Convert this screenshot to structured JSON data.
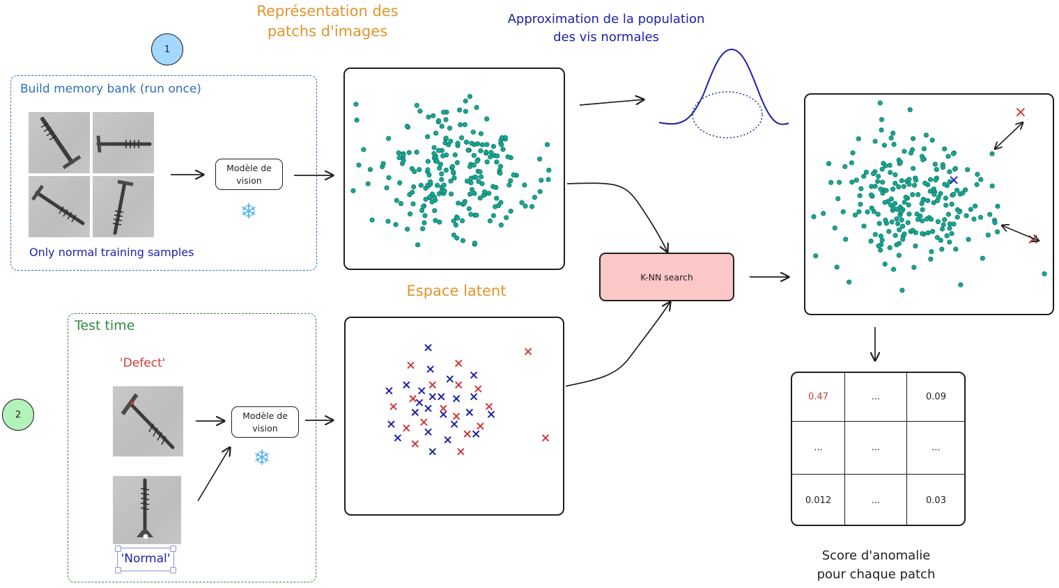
{
  "titles": {
    "patch_representation": [
      "Représentation des",
      "patchs d'images"
    ],
    "population_approximation": [
      "Approximation de la population",
      "des vis normales"
    ],
    "latent_space": "Espace latent"
  },
  "steps": [
    {
      "number": "1",
      "color": "#a5d8ff"
    },
    {
      "number": "2",
      "color": "#b2f2bb"
    }
  ],
  "memory_bank_box": {
    "title": "Build memory bank (run once)",
    "caption": "Only normal training samples",
    "border_color": "#2f6db3",
    "title_color": "#2f6db3",
    "caption_color": "#1b1fa8",
    "images": [
      "normal-screw-1",
      "normal-screw-2",
      "normal-screw-3",
      "normal-screw-4"
    ]
  },
  "test_box": {
    "title": "Test time",
    "border_color": "#2f8a3c",
    "title_color": "#2f8a3c",
    "defect_label": "'Defect'",
    "defect_color": "#d0373b",
    "normal_label": "'Normal'",
    "normal_color": "#1b1fa8"
  },
  "model": {
    "label_line1": "Modèle de",
    "label_line2": "vision",
    "frozen_icon": "❄"
  },
  "knn": {
    "label": "K-NN search",
    "fill": "#fcc7c7"
  },
  "score_table": {
    "rows": [
      [
        {
          "v": "0.47",
          "highlight": true
        },
        {
          "v": "..."
        },
        {
          "v": "0.09"
        }
      ],
      [
        {
          "v": "..."
        },
        {
          "v": "..."
        },
        {
          "v": "..."
        }
      ],
      [
        {
          "v": "0.012"
        },
        {
          "v": "..."
        },
        {
          "v": "0.03"
        }
      ]
    ],
    "highlight_color": "#d0373b",
    "caption": [
      "Score d'anomalie",
      "pour chaque patch"
    ]
  },
  "colors": {
    "teal_point": "#1aa591",
    "teal_stroke": "#0b7a6b",
    "blue_cross": "#1b1fa8",
    "red_cross": "#d0373b",
    "curve": "#1b1fa8",
    "ink": "#1e1e1e"
  },
  "chart_data": [
    {
      "type": "scatter",
      "title": "Représentation des patchs d'images",
      "description": "Memory bank of normal patch embeddings",
      "series": [
        {
          "name": "normal patches",
          "marker": "circle",
          "count": 230
        }
      ],
      "axes_visible": false
    },
    {
      "type": "scatter",
      "title": "Espace latent",
      "description": "Test patch embeddings",
      "series": [
        {
          "name": "normal test patches",
          "marker": "x",
          "color": "blue",
          "points": [
            [
              0.38,
              0.08
            ],
            [
              0.39,
              0.19
            ],
            [
              0.48,
              0.24
            ],
            [
              0.59,
              0.22
            ],
            [
              0.28,
              0.27
            ],
            [
              0.35,
              0.3
            ],
            [
              0.2,
              0.3
            ],
            [
              0.4,
              0.33
            ],
            [
              0.44,
              0.33
            ],
            [
              0.51,
              0.34
            ],
            [
              0.59,
              0.33
            ],
            [
              0.34,
              0.36
            ],
            [
              0.38,
              0.39
            ],
            [
              0.32,
              0.41
            ],
            [
              0.45,
              0.42
            ],
            [
              0.57,
              0.41
            ],
            [
              0.67,
              0.42
            ],
            [
              0.21,
              0.47
            ],
            [
              0.5,
              0.47
            ],
            [
              0.38,
              0.51
            ],
            [
              0.6,
              0.52
            ],
            [
              0.24,
              0.54
            ],
            [
              0.47,
              0.55
            ],
            [
              0.4,
              0.61
            ]
          ]
        },
        {
          "name": "defect test patches",
          "marker": "x",
          "color": "red",
          "points": [
            [
              0.3,
              0.17
            ],
            [
              0.52,
              0.16
            ],
            [
              0.84,
              0.1
            ],
            [
              0.4,
              0.27
            ],
            [
              0.52,
              0.27
            ],
            [
              0.61,
              0.29
            ],
            [
              0.31,
              0.34
            ],
            [
              0.22,
              0.38
            ],
            [
              0.45,
              0.39
            ],
            [
              0.66,
              0.38
            ],
            [
              0.51,
              0.43
            ],
            [
              0.36,
              0.46
            ],
            [
              0.28,
              0.49
            ],
            [
              0.62,
              0.48
            ],
            [
              0.56,
              0.52
            ],
            [
              0.32,
              0.57
            ],
            [
              0.53,
              0.61
            ],
            [
              0.92,
              0.54
            ]
          ]
        }
      ],
      "axes_visible": false
    },
    {
      "type": "scatter",
      "title": "K-NN result",
      "description": "Memory bank with test patches; arrows show distance to nearest neighbor",
      "series": [
        {
          "name": "memory bank",
          "marker": "circle",
          "count": 230
        },
        {
          "name": "normal test patch",
          "marker": "x",
          "color": "blue",
          "points": [
            [
              0.6,
              0.39
            ]
          ]
        },
        {
          "name": "defect test patches",
          "marker": "x",
          "color": "red",
          "points": [
            [
              0.87,
              0.08
            ],
            [
              0.92,
              0.66
            ]
          ]
        }
      ],
      "axes_visible": false
    }
  ]
}
